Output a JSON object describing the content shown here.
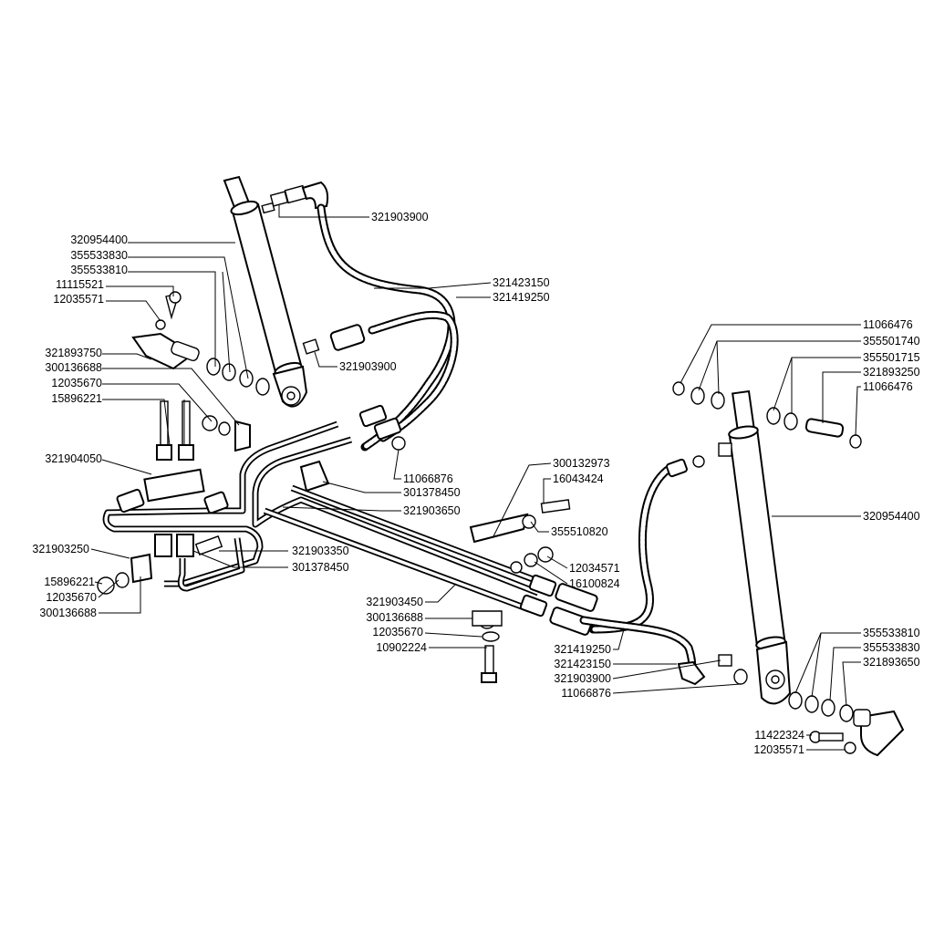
{
  "labels": {
    "top_321903900": "321903900",
    "left_320954400": "320954400",
    "left_355533830": "355533830",
    "left_355533810": "355533810",
    "left_11115521": "11115521",
    "left_12035571": "12035571",
    "top_321423150": "321423150",
    "top_321419250": "321419250",
    "mid_321903900": "321903900",
    "left_321893750": "321893750",
    "left_300136688": "300136688",
    "left_12035670": "12035670",
    "left_15896221": "15896221",
    "left_321904050": "321904050",
    "mid_11066876": "11066876",
    "mid_301378450": "301378450",
    "mid_321903650": "321903650",
    "left_321903250": "321903250",
    "mid_321903350": "321903350",
    "mid_301378450_b": "301378450",
    "low_15896221": "15896221",
    "low_12035670": "12035670",
    "low_300136688": "300136688",
    "mid_321903450": "321903450",
    "clamp_300136688": "300136688",
    "clamp_12035670": "12035670",
    "clamp_10902224": "10902224",
    "r_300132973": "300132973",
    "r_16043424": "16043424",
    "r_355510820": "355510820",
    "r_12034571": "12034571",
    "r_16100824": "16100824",
    "r_321419250": "321419250",
    "r_321423150": "321423150",
    "r_321903900": "321903900",
    "r_11066876": "11066876",
    "rt_11066476": "11066476",
    "rt_355501740": "355501740",
    "rt_355501715": "355501715",
    "rt_321893250": "321893250",
    "rt_11066476_b": "11066476",
    "rt_320954400": "320954400",
    "rb_355533810": "355533810",
    "rb_355533830": "355533830",
    "rb_321893650": "321893650",
    "rb_11422324": "11422324",
    "rb_12035571": "12035571"
  }
}
